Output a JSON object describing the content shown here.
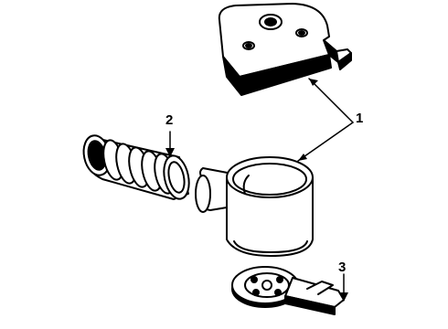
{
  "diagram": {
    "callouts": {
      "part1": "1",
      "part2": "2",
      "part3": "3"
    },
    "parts": [
      {
        "callout": "1",
        "name": "upper-housing-block"
      },
      {
        "callout": "1",
        "name": "cup-housing-with-side-nozzle"
      },
      {
        "callout": "2",
        "name": "corrugated-hose-duct"
      },
      {
        "callout": "3",
        "name": "mounting-bracket-plate"
      }
    ]
  }
}
